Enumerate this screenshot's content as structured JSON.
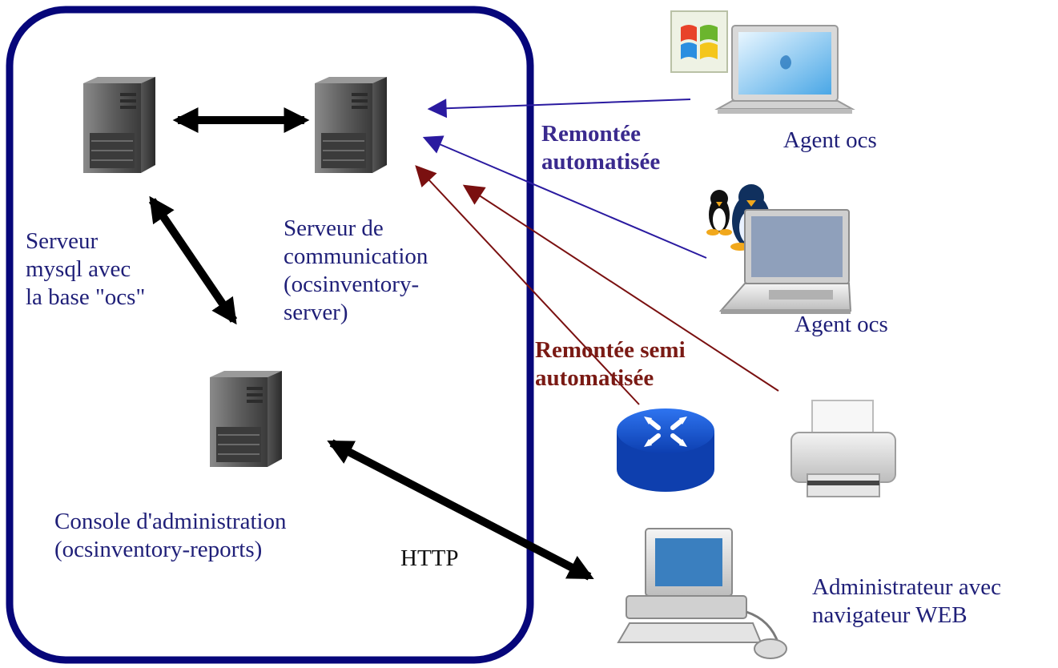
{
  "labels": {
    "mysql_server": [
      "Serveur",
      "mysql avec",
      "la base \"ocs\""
    ],
    "comm_server": [
      "Serveur de",
      "communication",
      "(ocsinventory-",
      "server)"
    ],
    "admin_console": [
      "Console d'administration",
      "(ocsinventory-reports)"
    ],
    "http": "HTTP",
    "auto_upload": [
      "Remontée",
      "automatisée"
    ],
    "semi_auto_upload": [
      "Remontée semi",
      "automatisée"
    ],
    "agent_windows_mac": "Agent ocs",
    "agent_linux": "Agent ocs",
    "admin_browser": [
      "Administrateur avec",
      "navigateur WEB"
    ]
  },
  "colors": {
    "frame": "#06067a",
    "label_text": "#1f1f78",
    "automatic_arrow": "#2a1aa0",
    "semi_automatic_arrow": "#7a1010",
    "bidirectional_arrow": "#000000",
    "router": "#1a5fe0"
  },
  "icons": [
    "mysql-server-tower-icon",
    "communication-server-tower-icon",
    "admin-console-tower-icon",
    "windows-logo-icon",
    "mac-laptop-icon",
    "linux-penguins-icon",
    "linux-laptop-icon",
    "router-icon",
    "printer-icon",
    "admin-desktop-computer-icon"
  ]
}
